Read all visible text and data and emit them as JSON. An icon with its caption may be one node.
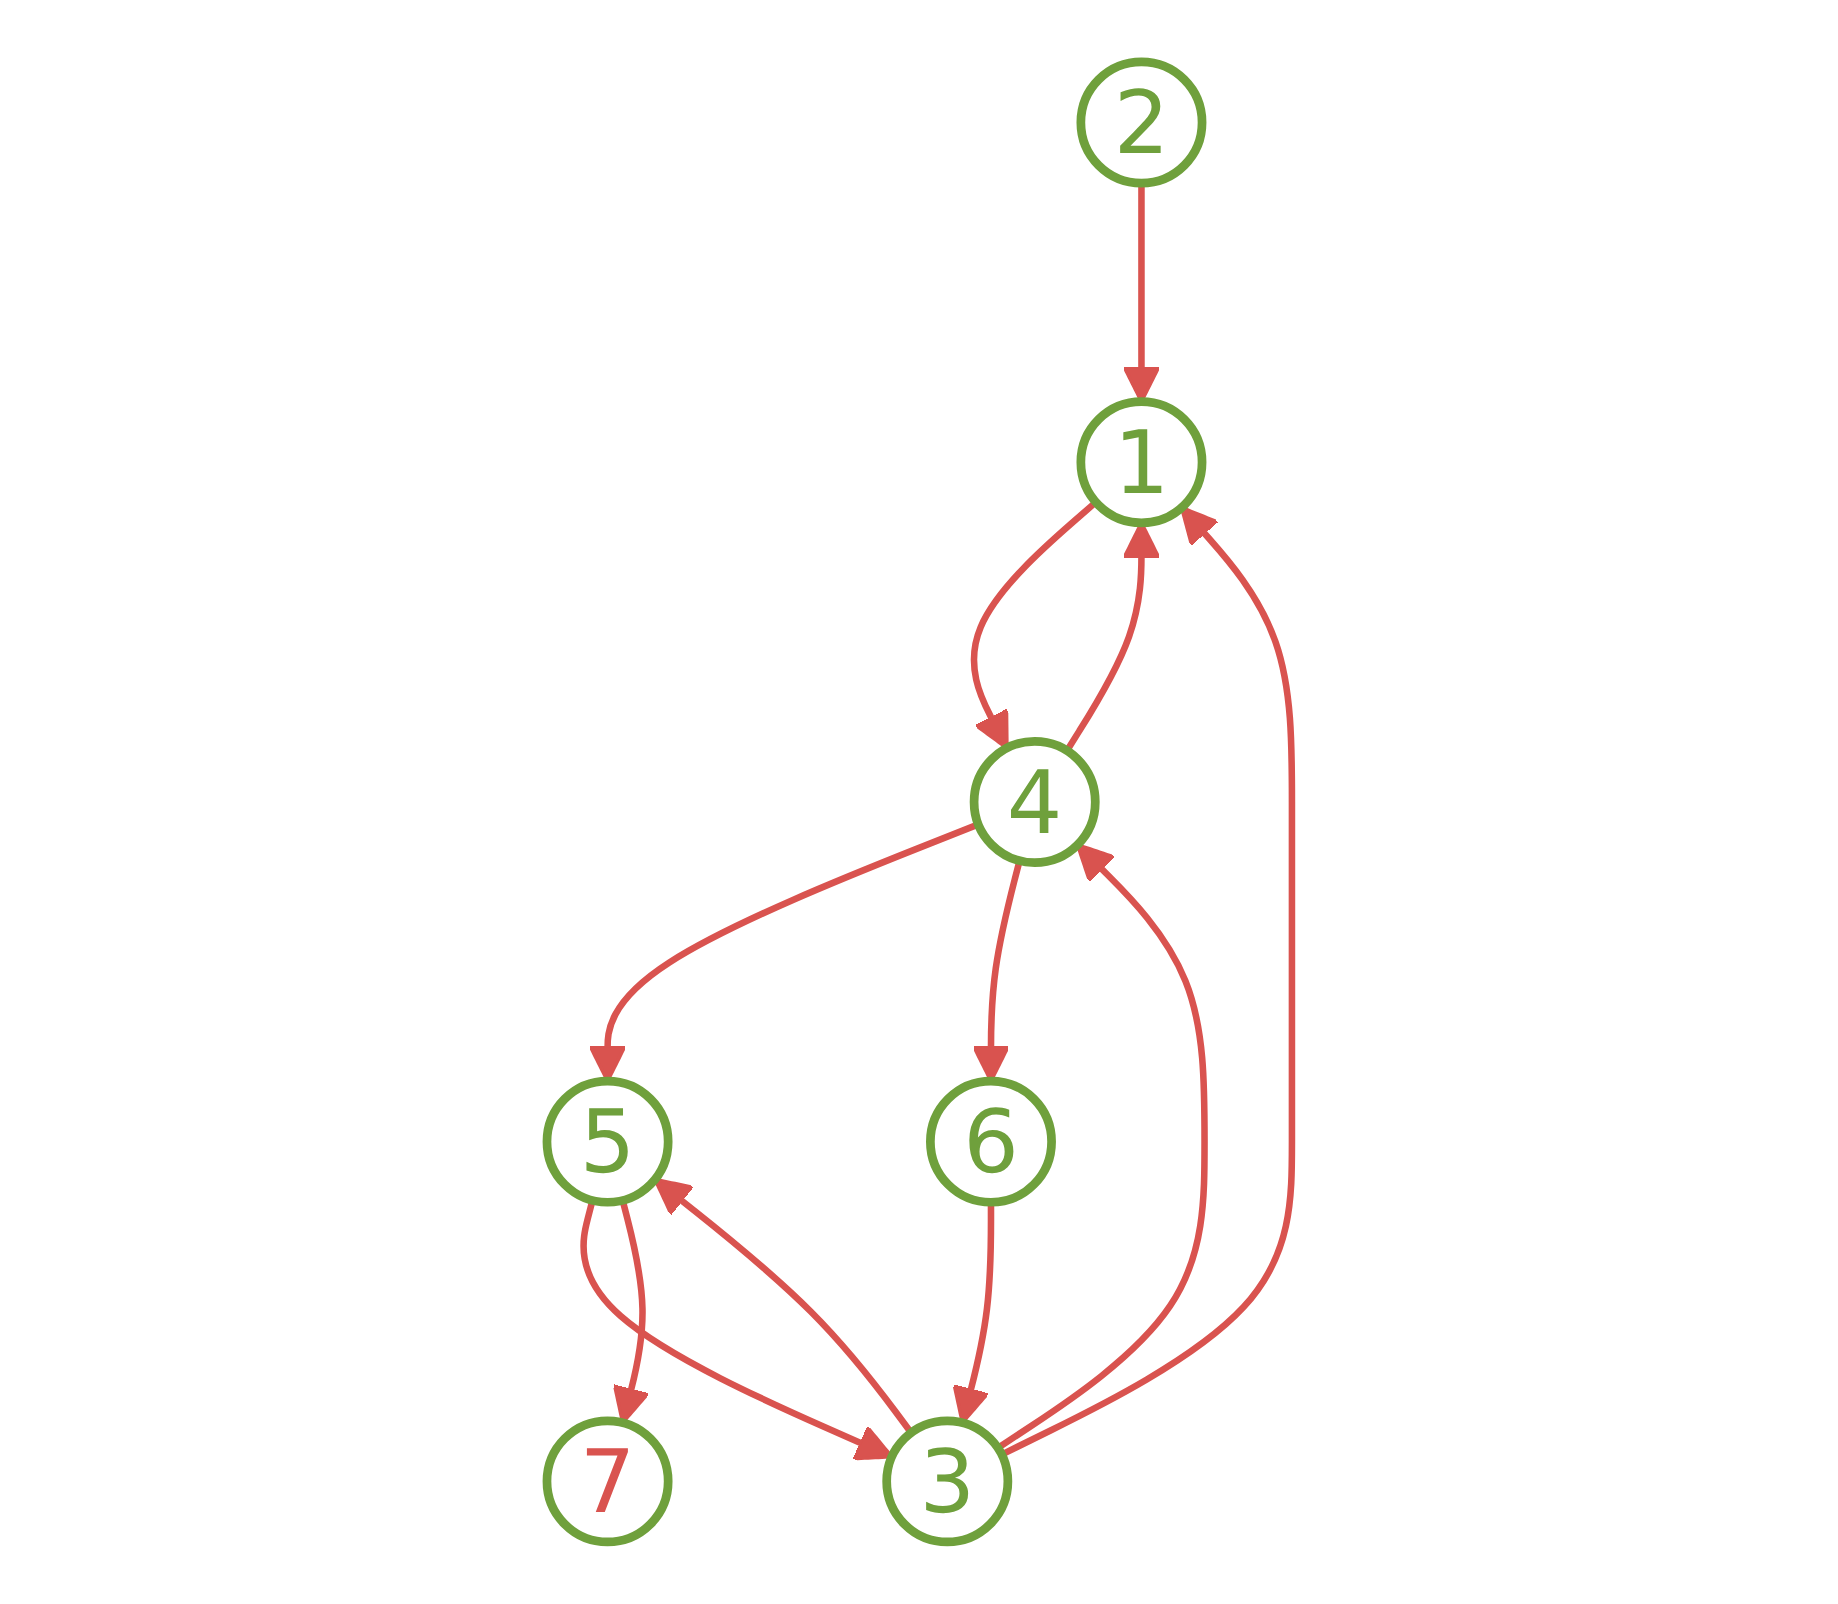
{
  "diagram": {
    "nodes": [
      {
        "text": [
          "2"
        ]
      },
      {
        "text": [
          "1"
        ]
      },
      {
        "text": [
          "4"
        ]
      },
      {
        "text": [
          "3"
        ]
      },
      {
        "text": [
          "5"
        ]
      },
      {
        "text": [
          "7"
        ]
      },
      {
        "text": [
          "6"
        ]
      }
    ],
    "edges": [
      {
        "from": 0,
        "to": 1,
        "arrow": "to"
      },
      {
        "from": 1,
        "to": 2,
        "arrow": "to"
      },
      {
        "from": 2,
        "to": 1,
        "arrow": "to"
      },
      {
        "from": 3,
        "to": 1,
        "arrow": "to"
      },
      {
        "from": 3,
        "to": 2,
        "arrow": "to"
      },
      {
        "from": 3,
        "to": 4,
        "arrow": "to"
      },
      {
        "from": 4,
        "to": 3,
        "arrow": "to"
      },
      {
        "from": 2,
        "to": 4,
        "arrow": "to"
      },
      {
        "from": 4,
        "to": 5,
        "arrow": "to"
      },
      {
        "from": 2,
        "to": 6,
        "arrow": "to"
      },
      {
        "from": 6,
        "to": 3,
        "arrow": "to"
      }
    ]
  }
}
